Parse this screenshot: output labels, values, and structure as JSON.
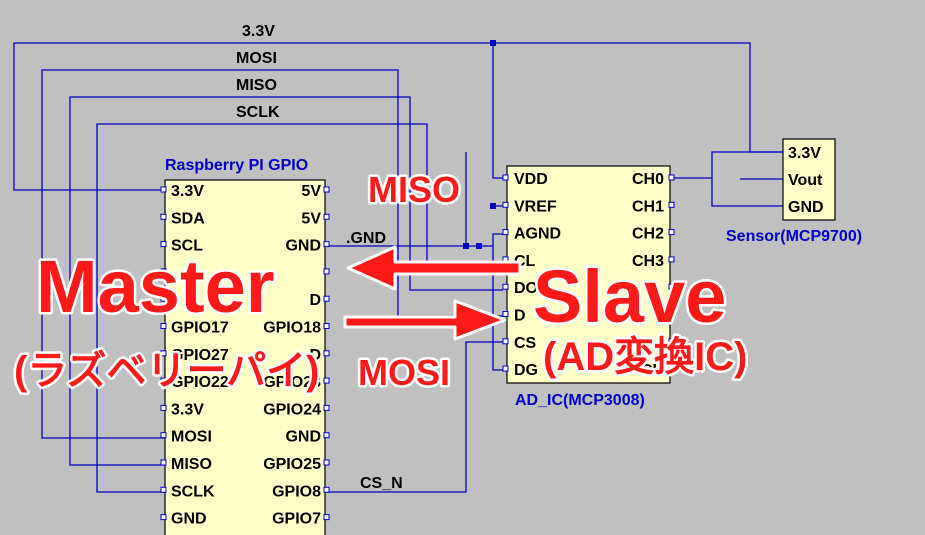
{
  "nets": {
    "v33": "3.3V",
    "mosi": "MOSI",
    "miso": "MISO",
    "sclk": "SCLK",
    "gnd": ".GND",
    "cs_n": "CS_N"
  },
  "rpi": {
    "title": "Raspberry PI GPIO",
    "left_pins": [
      "3.3V",
      "SDA",
      "SCL",
      "",
      "",
      "GPIO17",
      "GPIO27",
      "GPIO22",
      "3.3V",
      "MOSI",
      "MISO",
      "SCLK",
      "GND"
    ],
    "right_pins": [
      "5V",
      "5V",
      "GND",
      "",
      "D",
      "GPIO18",
      "D",
      "GPIO23",
      "GPIO24",
      "GND",
      "GPIO25",
      "GPIO8",
      "GPIO7"
    ]
  },
  "adc": {
    "caption": "AD_IC(MCP3008)",
    "left_pins": [
      "VDD",
      "VREF",
      "AGND",
      "CL",
      "DO",
      "D",
      "CS",
      "DG"
    ],
    "right_pins": [
      "CH0",
      "CH1",
      "CH2",
      "CH3",
      "",
      "",
      "",
      "CH"
    ]
  },
  "sensor": {
    "caption": "Sensor(MCP9700)",
    "pins": [
      "3.3V",
      "Vout",
      "GND"
    ]
  },
  "annotations": {
    "master": "Master",
    "master_sub": "(ラズベリーパイ)",
    "slave": "Slave",
    "slave_sub": "(AD変換IC)",
    "miso": "MISO",
    "mosi": "MOSI"
  },
  "colors": {
    "background": "#c0c0c0",
    "wire": "#0000c8",
    "chip_fill": "#ffffc8",
    "annotation": "#ff1a1a"
  }
}
